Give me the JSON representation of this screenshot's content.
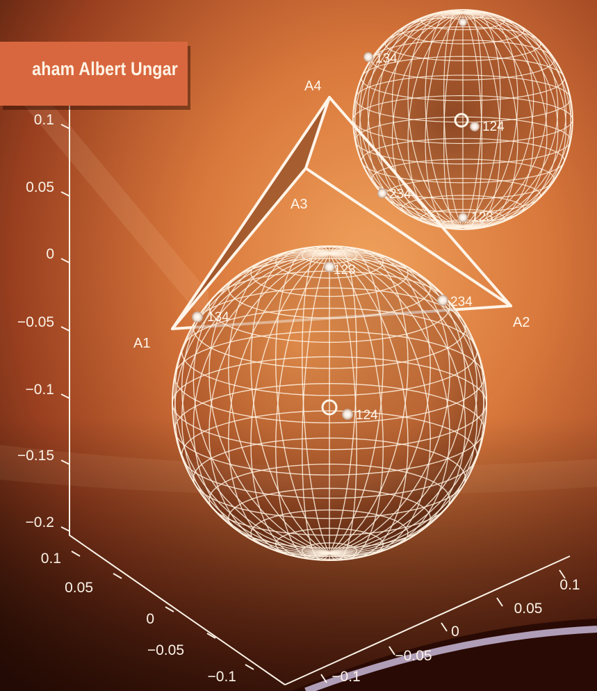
{
  "banner": {
    "author": "aham Albert Ungar"
  },
  "axes": {
    "z_ticks": [
      "0.1",
      "0.05",
      "0",
      "−0.05",
      "−0.1",
      "−0.15",
      "−0.2"
    ],
    "y_ticks": [
      "0.1",
      "0.05",
      "0",
      "−0.05",
      "−0.1"
    ],
    "x_ticks": [
      "−0.1",
      "−0.05",
      "0",
      "0.05",
      "0.1"
    ]
  },
  "tetrahedron": {
    "vertices": [
      "A1",
      "A2",
      "A3",
      "A4"
    ]
  },
  "spheres": [
    {
      "name": "large",
      "points": [
        "123",
        "134",
        "234",
        "124"
      ]
    },
    {
      "name": "small",
      "points": [
        "134",
        "124",
        "234",
        "123"
      ]
    }
  ],
  "colors": {
    "background_light": "#e6874a",
    "background_dark": "#3a1408",
    "wireframe": "#fff2e2",
    "banner": "#d8673f"
  }
}
